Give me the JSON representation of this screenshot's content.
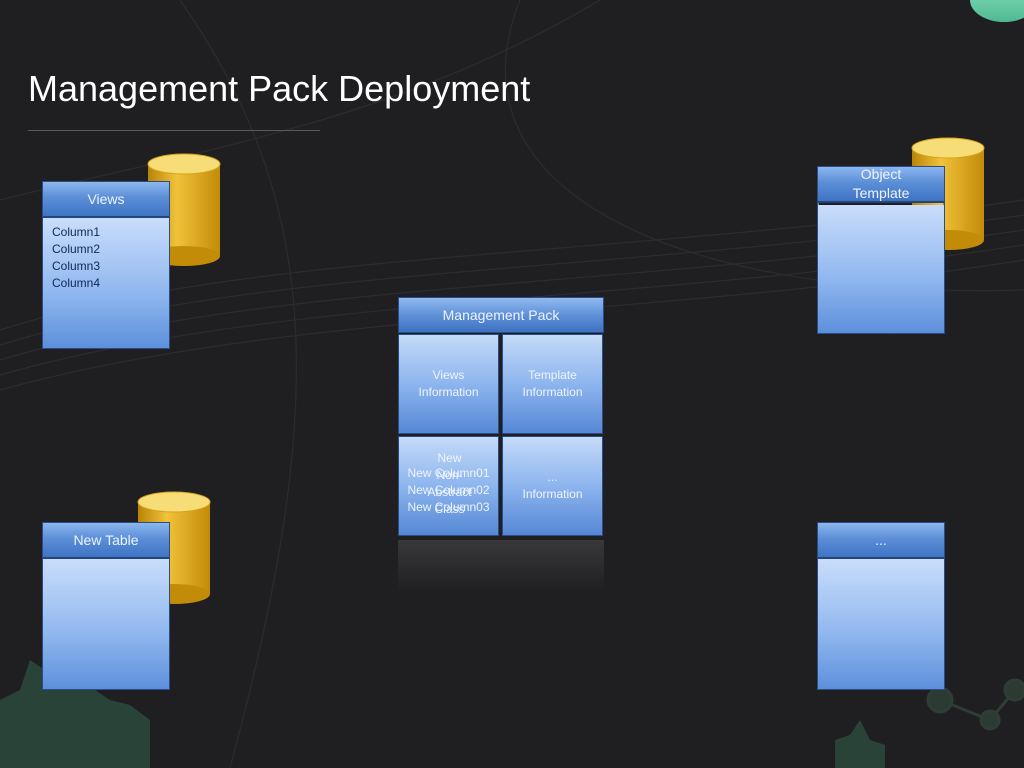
{
  "slide": {
    "title": "Management Pack Deployment"
  },
  "tables": {
    "views": {
      "header": "Views",
      "columns": [
        "Column1",
        "Column2",
        "Column3",
        "Column4"
      ]
    },
    "object_template": {
      "header": "Object Template"
    },
    "new_table": {
      "header": "New Table"
    },
    "ellipsis_table": {
      "header": "..."
    }
  },
  "management_pack": {
    "header": "Management Pack",
    "cells": {
      "views_info": "Views Information",
      "template_info": "Template Information",
      "new_columns": [
        "New Column01",
        "New Column02",
        "New Column03"
      ],
      "overlap_text": "New Non-Abstract Class",
      "ellipsis_info_line1": "...",
      "ellipsis_info_line2": "Information"
    }
  },
  "colors": {
    "background": "#1f1f21",
    "table_blue": "#5c8fd8",
    "cylinder_gold": "#e8b22a",
    "accent_teal": "#6fd6b0"
  }
}
